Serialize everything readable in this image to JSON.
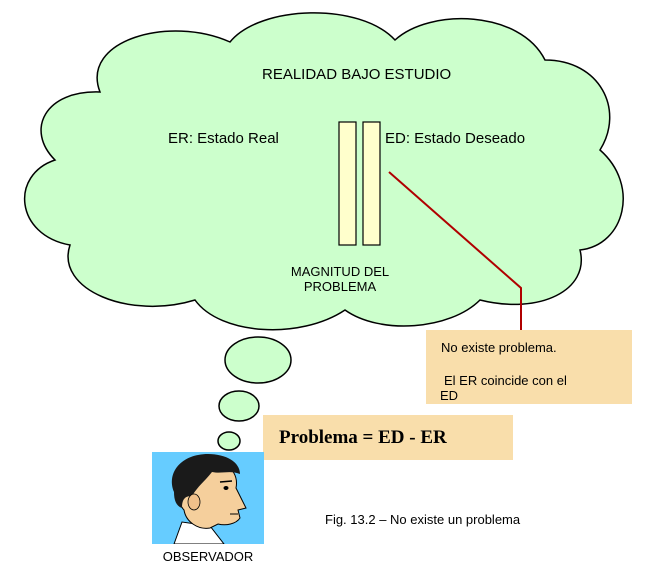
{
  "diagram": {
    "cloud_title": "REALIDAD BAJO ESTUDIO",
    "er_label": "ER: Estado Real",
    "ed_label": "ED: Estado Deseado",
    "magnitude_line1": "MAGNITUD DEL",
    "magnitude_line2": "PROBLEMA",
    "note_line1": "No existe problema.",
    "note_line2": "El ER coincide con el",
    "note_line3": "ED",
    "formula": "Problema = ED - ER",
    "caption": "Fig. 13.2 – No existe un problema",
    "observer_label": "OBSERVADOR"
  },
  "colors": {
    "cloud_fill": "#ccffcc",
    "bar_fill": "#ffffcc",
    "note_fill": "#f9deab",
    "connector_line": "#b00000",
    "observer_bg": "#66ccff"
  }
}
